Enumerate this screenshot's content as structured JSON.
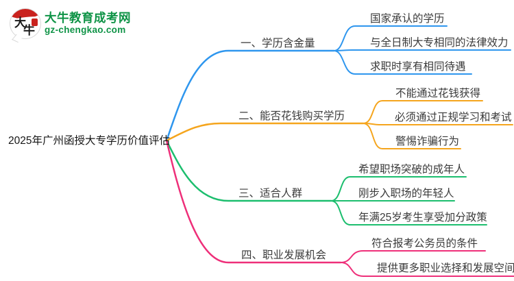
{
  "logo": {
    "icon": {
      "char1": "大",
      "char2": "牛"
    },
    "title": "大牛教育成考网",
    "url": "gz-chengkao.com",
    "brand_green": "#0e9346",
    "seal_red": "#c9221e"
  },
  "mindmap": {
    "root": {
      "label": "2025年广州函授大专学历价值评估"
    },
    "branches": [
      {
        "label": "一、学历含金量",
        "color": "#2e96ee",
        "children": [
          {
            "label": "国家承认的学历"
          },
          {
            "label": "与全日制大专相同的法律效力"
          },
          {
            "label": "求职时享有相同待遇"
          }
        ]
      },
      {
        "label": "二、能否花钱购买学历",
        "color": "#f5a51d",
        "children": [
          {
            "label": "不能通过花钱获得"
          },
          {
            "label": "必须通过正规学习和考试"
          },
          {
            "label": "警惕诈骗行为"
          }
        ]
      },
      {
        "label": "三、适合人群",
        "color": "#1cbe6e",
        "children": [
          {
            "label": "希望职场突破的成年人"
          },
          {
            "label": "刚步入职场的年轻人"
          },
          {
            "label": "年满25岁考生享受加分政策"
          }
        ]
      },
      {
        "label": "四、职业发展机会",
        "color": "#ee2f79",
        "children": [
          {
            "label": "符合报考公务员的条件"
          },
          {
            "label": "提供更多职业选择和发展空间"
          }
        ]
      }
    ]
  }
}
